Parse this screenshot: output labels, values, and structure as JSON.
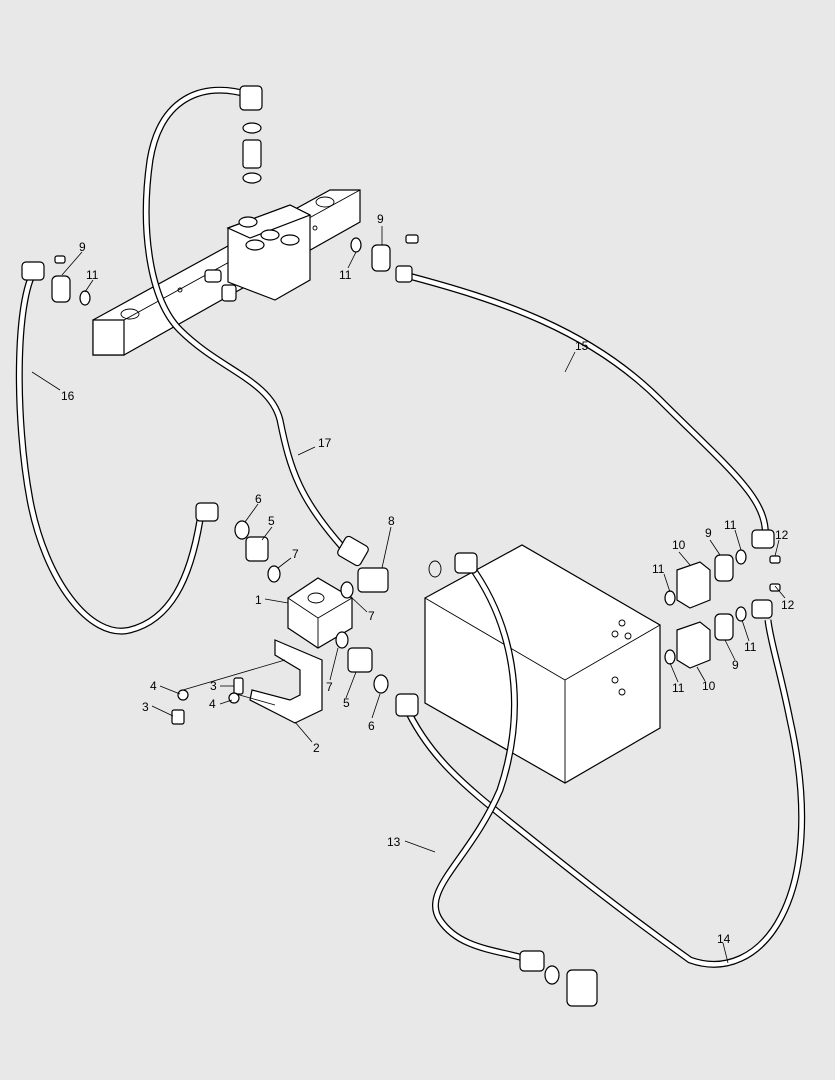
{
  "callouts": [
    {
      "id": "c9a",
      "text": "9"
    },
    {
      "id": "c11a",
      "text": "11"
    },
    {
      "id": "c16",
      "text": "16"
    },
    {
      "id": "c9b",
      "text": "9"
    },
    {
      "id": "c11b",
      "text": "11"
    },
    {
      "id": "c15",
      "text": "15"
    },
    {
      "id": "c17",
      "text": "17"
    },
    {
      "id": "c6a",
      "text": "6"
    },
    {
      "id": "c5a",
      "text": "5"
    },
    {
      "id": "c7a",
      "text": "7"
    },
    {
      "id": "c8",
      "text": "8"
    },
    {
      "id": "c1",
      "text": "1"
    },
    {
      "id": "c7b",
      "text": "7"
    },
    {
      "id": "c7c",
      "text": "7"
    },
    {
      "id": "c5b",
      "text": "5"
    },
    {
      "id": "c6b",
      "text": "6"
    },
    {
      "id": "c4a",
      "text": "4"
    },
    {
      "id": "c3a",
      "text": "3"
    },
    {
      "id": "c4b",
      "text": "4"
    },
    {
      "id": "c3b",
      "text": "3"
    },
    {
      "id": "c2",
      "text": "2"
    },
    {
      "id": "c10a",
      "text": "10"
    },
    {
      "id": "c9c",
      "text": "9"
    },
    {
      "id": "c11c",
      "text": "11"
    },
    {
      "id": "c12a",
      "text": "12"
    },
    {
      "id": "c11d",
      "text": "11"
    },
    {
      "id": "c12b",
      "text": "12"
    },
    {
      "id": "c11e",
      "text": "11"
    },
    {
      "id": "c9d",
      "text": "9"
    },
    {
      "id": "c11f",
      "text": "11"
    },
    {
      "id": "c10b",
      "text": "10"
    },
    {
      "id": "c13",
      "text": "13"
    },
    {
      "id": "c14",
      "text": "14"
    }
  ]
}
